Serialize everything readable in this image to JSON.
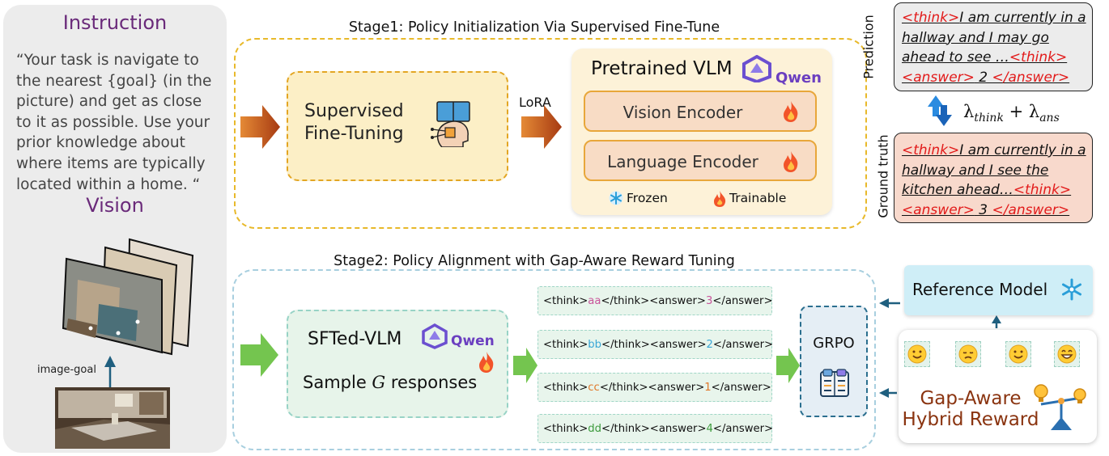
{
  "instruction": {
    "title": "Instruction",
    "text": "“Your task is navigate to the nearest {goal} (in the picture) and get as close to it as possible. Use your prior knowledge about where items are typically located within a home. “"
  },
  "vision": {
    "title": "Vision",
    "image_goal_label": "image-goal"
  },
  "stage1": {
    "title": "Stage1: Policy Initialization Via Supervised Fine-Tune",
    "sft_label_line1": "Supervised",
    "sft_label_line2": "Fine-Tuning",
    "lora_label": "LoRA",
    "vlm_title": "Pretrained VLM",
    "qwen_label": "Qwen",
    "vision_encoder": "Vision Encoder",
    "language_encoder": "Language Encoder",
    "frozen": "Frozen",
    "trainable": "Trainable"
  },
  "prediction": {
    "label": "Prediction",
    "think_open": "<think>",
    "line1": "I am currently in a",
    "line2": "hallway and I may go",
    "line3": "ahead to see …",
    "think_close": "<think>",
    "answer_open": "<answer>",
    "answer_value": " 2 ",
    "answer_close": "</answer>"
  },
  "ground_truth": {
    "label": "Ground truth",
    "think_open": "<think>",
    "line1": "I am currently in a",
    "line2": "hallway and I see the",
    "line3": "kitchen ahead…",
    "think_close": "<think>",
    "answer_open": "<answer>",
    "answer_value": " 3 ",
    "answer_close": "</answer>"
  },
  "formula": {
    "lambda1": "λ",
    "sub1": "think",
    "plus": " + ",
    "lambda2": "λ",
    "sub2": "ans"
  },
  "stage2": {
    "title": "Stage2: Policy Alignment with Gap-Aware Reward Tuning",
    "sfted_label": "SFTed-VLM",
    "qwen_label": "Qwen",
    "sample_prefix": "Sample ",
    "sample_var": "G",
    "sample_suffix": " responses",
    "grpo_label": "GRPO",
    "reference_model": "Reference Model",
    "reward_line1": "Gap-Aware",
    "reward_line2": "Hybrid Reward",
    "responses": [
      {
        "open": "<think>",
        "think": "aa",
        "mid": "</think><answer>",
        "answer": "3",
        "close": "</answer>",
        "think_color": "#c9559b",
        "answer_color": "#c9559b"
      },
      {
        "open": "<think>",
        "think": "bb",
        "mid": "</think><answer>",
        "answer": "2",
        "close": "</answer>",
        "think_color": "#3aa7d6",
        "answer_color": "#3aa7d6"
      },
      {
        "open": "<think>",
        "think": "cc",
        "mid": "</think><answer>",
        "answer": "1",
        "close": "</answer>",
        "think_color": "#e0782a",
        "answer_color": "#e0782a"
      },
      {
        "open": "<think>",
        "think": "dd",
        "mid": "</think><answer>",
        "answer": "4",
        "close": "</answer>",
        "think_color": "#3c9a3c",
        "answer_color": "#3c9a3c"
      }
    ]
  },
  "colors": {
    "stage1_border": "#e8b92a",
    "stage2_border": "#a8cfdf",
    "arrow_orange": "#b84a18",
    "arrow_green": "#6cc04a",
    "arrow_blue": "#1f5f7f",
    "title_purple": "#6a2a7a",
    "tag_red": "#e21b1b"
  }
}
